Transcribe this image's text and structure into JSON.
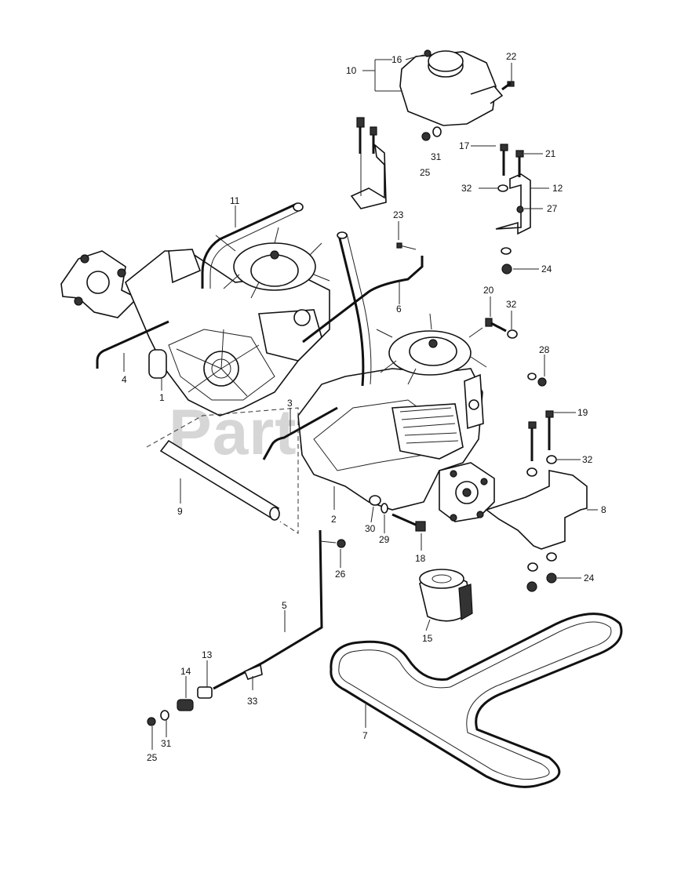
{
  "watermark": {
    "text": "PartsTree",
    "mark": "™"
  },
  "callouts": [
    "1",
    "2",
    "3",
    "4",
    "5",
    "6",
    "7",
    "8",
    "9",
    "10",
    "11",
    "12",
    "13",
    "14",
    "15",
    "16",
    "17",
    "18",
    "19",
    "20",
    "21",
    "22",
    "23",
    "24",
    "24",
    "25",
    "25",
    "26",
    "27",
    "28",
    "29",
    "30",
    "31",
    "31",
    "32",
    "32",
    "32",
    "33"
  ]
}
